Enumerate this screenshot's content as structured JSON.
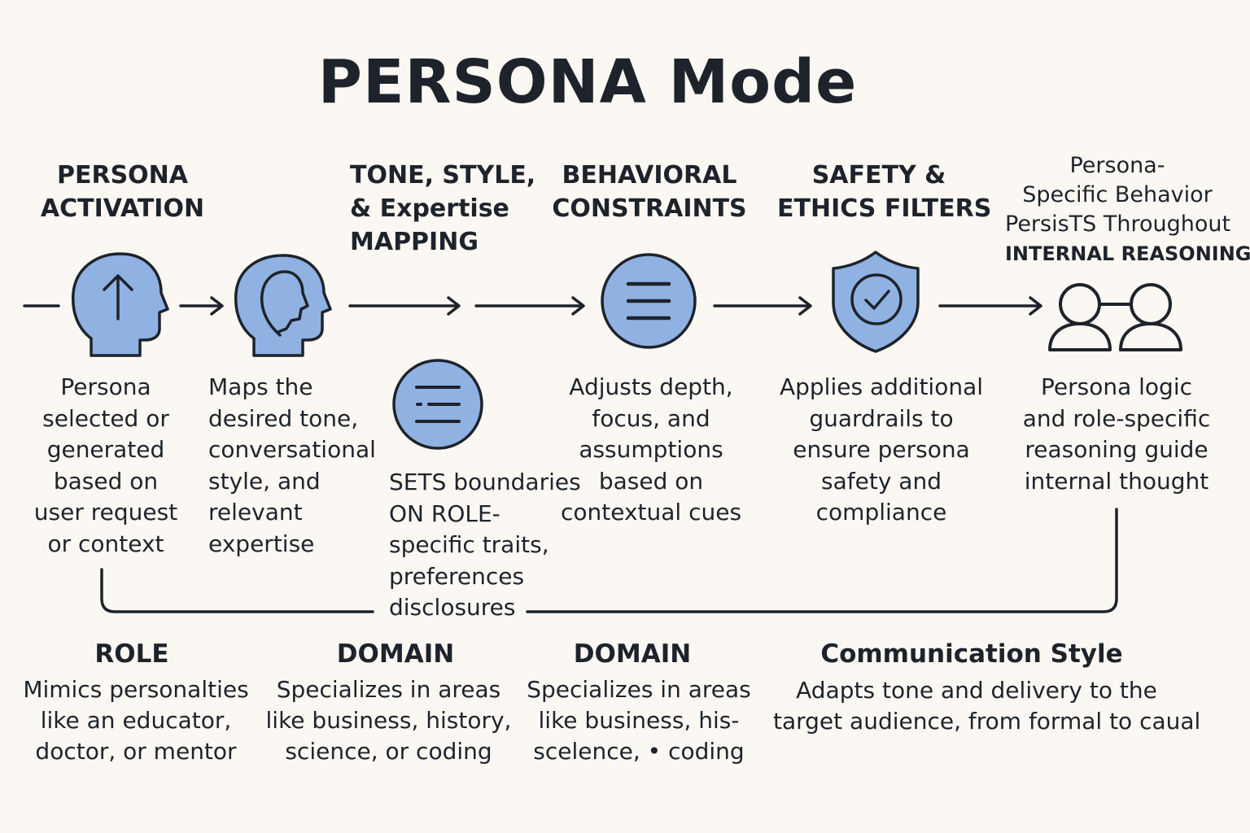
{
  "title": "PERSONA Mode",
  "steps": [
    {
      "heading": [
        "PERSONA",
        "ACTIVATION"
      ],
      "icon": "head-up-arrow-icon",
      "description": [
        "Persona",
        "selected or",
        "generated",
        "based on",
        "user request",
        "or context"
      ]
    },
    {
      "heading": [],
      "icon": "head-profile-icon",
      "description": [
        "Maps the",
        "desired tone,",
        "conversational",
        "style, and",
        "relevant",
        "expertise"
      ]
    },
    {
      "heading": [
        "TONE, STYLE,",
        "& Expertise",
        "MAPPING"
      ],
      "icon": "list-circle-icon",
      "description": [
        "SETS boundaries",
        "ON ROLE-",
        "specific traits,",
        "preferences",
        "disclosures"
      ]
    },
    {
      "heading": [
        "BEHAVIORAL",
        "CONSTRAINTS"
      ],
      "icon": "menu-circle-icon",
      "description": [
        "Adjusts depth,",
        "focus,  and",
        "assumptions",
        "based on",
        "contextual cues"
      ]
    },
    {
      "heading": [
        "SAFETY &",
        "ETHICS FILTERS"
      ],
      "icon": "shield-check-icon",
      "description": [
        "Applies additional",
        "guardrails to",
        "ensure persona",
        "safety and",
        "compliance"
      ]
    },
    {
      "heading": [
        "Persona-",
        "Specific Behavior",
        "PersisTS Throughout",
        "INTERNAL REASONING"
      ],
      "icon": "linked-users-icon",
      "description": [
        "Persona logic",
        "and role-specific",
        "reasoning guide",
        "internal thought"
      ]
    }
  ],
  "categories": [
    {
      "title": "ROLE",
      "text": [
        "Mimics personalties",
        "like an educator,",
        "doctor, or mentor"
      ]
    },
    {
      "title": "DOMAIN",
      "text": [
        "Specializes in areas",
        "like business, history,",
        "science, or coding"
      ]
    },
    {
      "title": "DOMAIN",
      "text": [
        "Specializes in areas",
        "like business, his-",
        "scelence, • coding"
      ]
    },
    {
      "title": "Communication Style",
      "text": [
        "Adapts tone and delivery to  the",
        "target audience, from formal to caual"
      ]
    }
  ],
  "colors": {
    "icon_fill": "#8fb2e3",
    "stroke": "#1e232b",
    "background": "#fbf8f3"
  }
}
